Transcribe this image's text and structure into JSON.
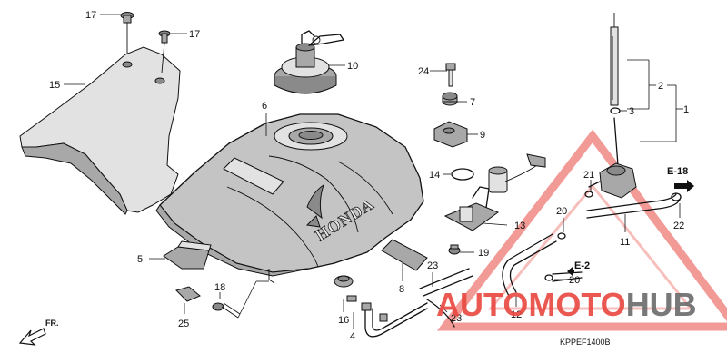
{
  "callouts": {
    "c1": "1",
    "c2": "2",
    "c3": "3",
    "c4": "4",
    "c5": "5",
    "c6": "6",
    "c7": "7",
    "c8": "8",
    "c9": "9",
    "c10": "10",
    "c11": "11",
    "c12": "12",
    "c13": "13",
    "c14": "14",
    "c15": "15",
    "c16": "16",
    "c17a": "17",
    "c17b": "17",
    "c18": "18",
    "c19": "19",
    "c20a": "20",
    "c20b": "20",
    "c21": "21",
    "c22": "22",
    "c23a": "23",
    "c23b": "23",
    "c24": "24",
    "c25": "25"
  },
  "references": {
    "e18": "E-18",
    "e2": "E-2"
  },
  "direction": "FR.",
  "diagram_code": "KPPEF1400B",
  "brand_on_tank": "HONDA",
  "watermark": {
    "part1": "AUTO",
    "part2": "MOTO",
    "part3": "HUB",
    "color_red": "#e8473f",
    "color_gray": "#6b6b6b"
  }
}
